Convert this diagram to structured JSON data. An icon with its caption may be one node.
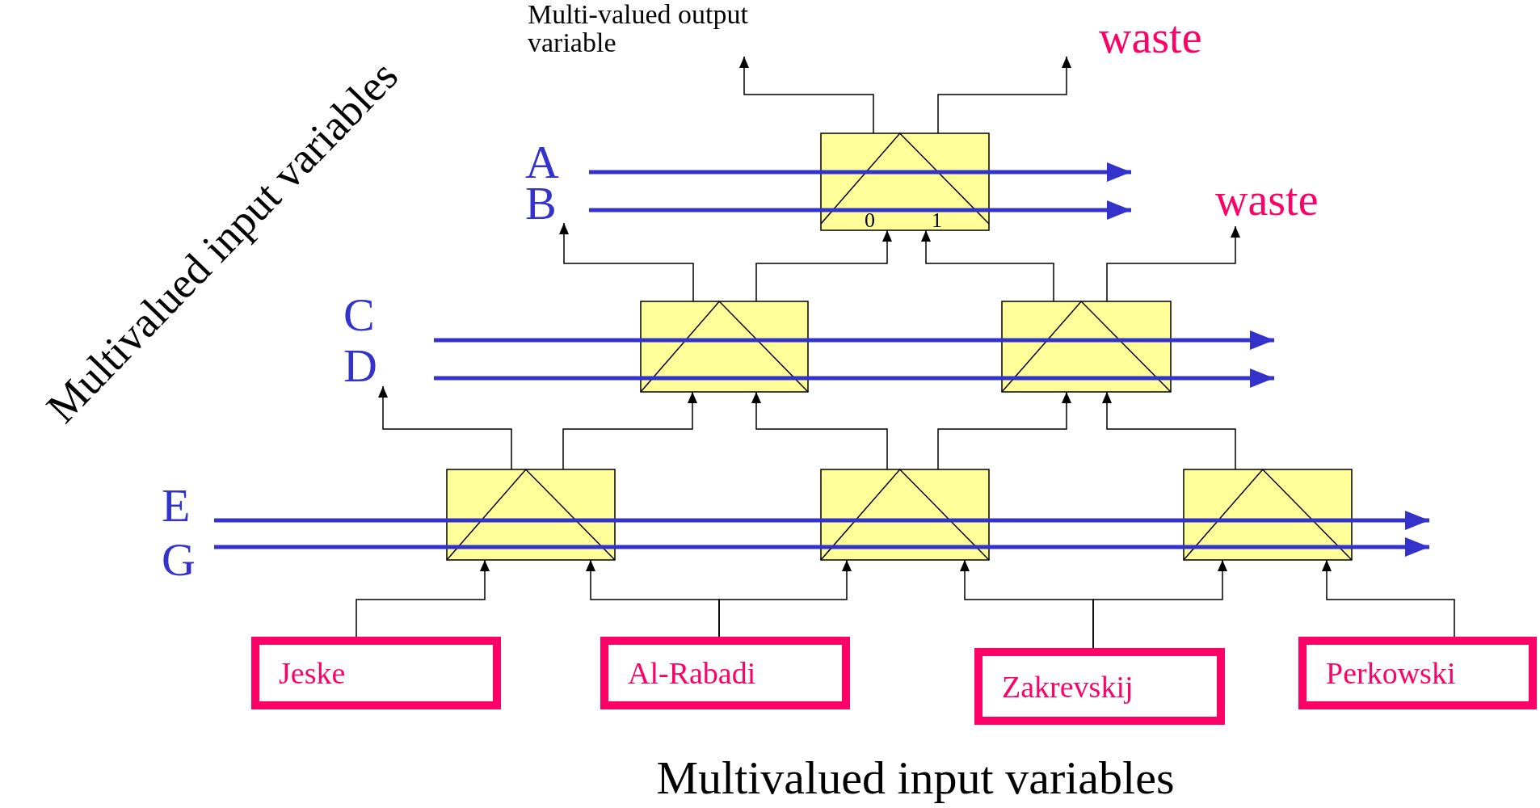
{
  "diagram": {
    "nodes": [
      {
        "text": [
          "0",
          "1"
        ]
      },
      {
        "text": [],
        "shape": "box"
      },
      {
        "text": [],
        "shape": "box"
      },
      {
        "text": [],
        "shape": "box"
      },
      {
        "text": [],
        "shape": "box"
      },
      {
        "text": [],
        "shape": "box"
      },
      {
        "text": [
          "Jeske"
        ]
      },
      {
        "text": [
          "Al-Rabadi"
        ]
      },
      {
        "text": [
          "Zakrevskij"
        ]
      },
      {
        "text": [
          "Perkowski"
        ]
      },
      {
        "text": [
          "A"
        ]
      },
      {
        "text": [
          "B"
        ]
      },
      {
        "text": [
          "C"
        ]
      },
      {
        "text": [
          "D"
        ]
      },
      {
        "text": [
          "E"
        ]
      },
      {
        "text": [
          "G"
        ]
      },
      {
        "text": [
          "Multi-valued output variable"
        ]
      },
      {
        "text": [
          "waste"
        ]
      },
      {
        "text": [
          "waste"
        ]
      }
    ],
    "edges": [
      {
        "from": 0,
        "to": 16,
        "arrow": "to"
      },
      {
        "from": 0,
        "to": 17,
        "arrow": "to"
      },
      {
        "from": 1,
        "to": 11,
        "arrow": "to"
      },
      {
        "from": 1,
        "to": 0,
        "arrow": "to"
      },
      {
        "from": 2,
        "to": 0,
        "arrow": "to"
      },
      {
        "from": 2,
        "to": 18,
        "arrow": "to"
      },
      {
        "from": 3,
        "to": 13,
        "arrow": "to"
      },
      {
        "from": 3,
        "to": 1,
        "arrow": "to"
      },
      {
        "from": 4,
        "to": 1,
        "arrow": "to"
      },
      {
        "from": 4,
        "to": 2,
        "arrow": "to"
      },
      {
        "from": 5,
        "to": 2,
        "arrow": "to"
      },
      {
        "from": 6,
        "to": 3,
        "arrow": "to"
      },
      {
        "from": 7,
        "to": 3,
        "arrow": "to"
      },
      {
        "from": 7,
        "to": 4,
        "arrow": "to"
      },
      {
        "from": 8,
        "to": 4,
        "arrow": "to"
      },
      {
        "from": 8,
        "to": 5,
        "arrow": "to"
      },
      {
        "from": 9,
        "to": 5,
        "arrow": "to"
      },
      {
        "from": 10,
        "to": null,
        "arrow": "to",
        "style": "thick",
        "color": "#3333cc"
      },
      {
        "from": 11,
        "to": null,
        "arrow": "to",
        "style": "thick",
        "color": "#3333cc"
      },
      {
        "from": 12,
        "to": null,
        "arrow": "to",
        "style": "thick",
        "color": "#3333cc"
      },
      {
        "from": 13,
        "to": null,
        "arrow": "to",
        "style": "thick",
        "color": "#3333cc"
      },
      {
        "from": 14,
        "to": null,
        "arrow": "to",
        "style": "thick",
        "color": "#3333cc"
      },
      {
        "from": 15,
        "to": null,
        "arrow": "to",
        "style": "thick",
        "color": "#3333cc"
      }
    ],
    "labels": [
      "Multivalued input variables",
      "Multivalued input variables"
    ]
  }
}
